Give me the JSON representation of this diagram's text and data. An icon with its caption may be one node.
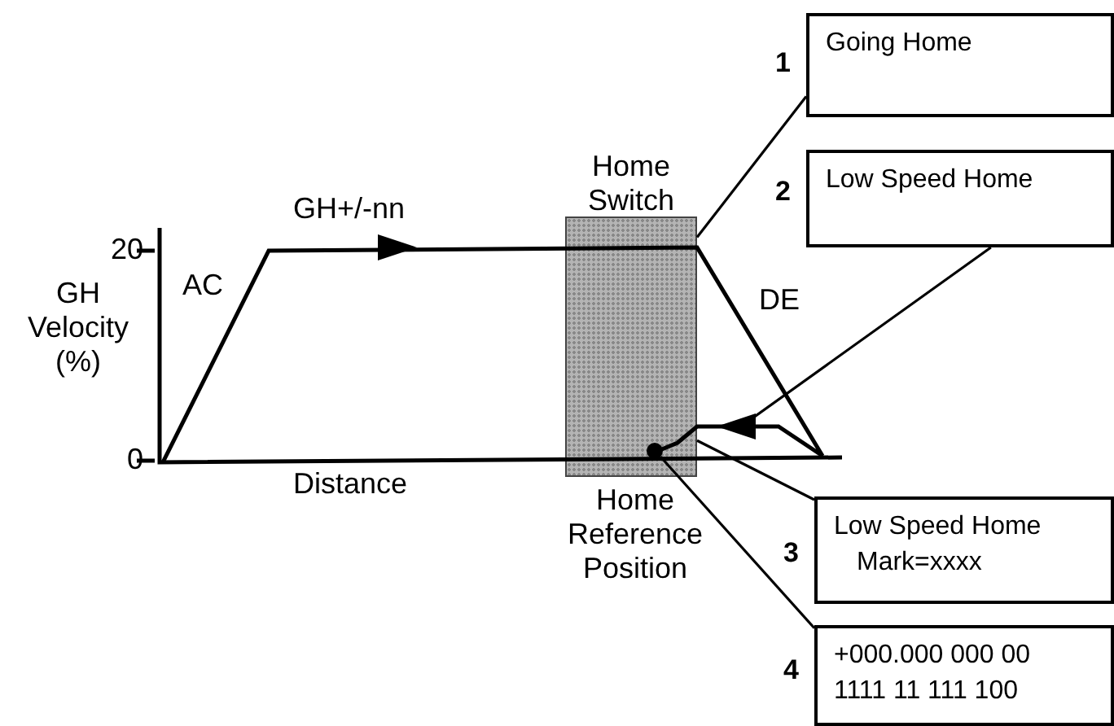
{
  "diagram": {
    "nodes": [
      {
        "text": [
          "Home Switch"
        ]
      },
      {
        "text": [
          "Going Home"
        ],
        "beside": [
          "1"
        ]
      },
      {
        "text": [
          "Low Speed Home"
        ],
        "beside": [
          "2"
        ]
      },
      {
        "text": [
          "Low Speed Home",
          "Mark=xxxx"
        ],
        "beside": [
          "3"
        ]
      },
      {
        "text": [
          "+000.000 000 00",
          "1111 11 111 100"
        ],
        "beside": [
          "4"
        ]
      },
      {
        "text": [],
        "shape": "circle",
        "in": 0
      },
      {
        "text": [],
        "shape": "triangle"
      }
    ],
    "edges": [
      {
        "from": 1,
        "to": 0,
        "arrow": "none"
      },
      {
        "from": 2,
        "to": 6,
        "arrow": "none"
      },
      {
        "from": 3,
        "to": 0,
        "arrow": "none"
      },
      {
        "from": 4,
        "to": 5,
        "arrow": "none"
      }
    ],
    "labels": [
      "20",
      "0",
      "GH Velocity (%)",
      "AC",
      "GH+/-nn",
      "DE",
      "Distance",
      "Home Reference Position"
    ]
  }
}
